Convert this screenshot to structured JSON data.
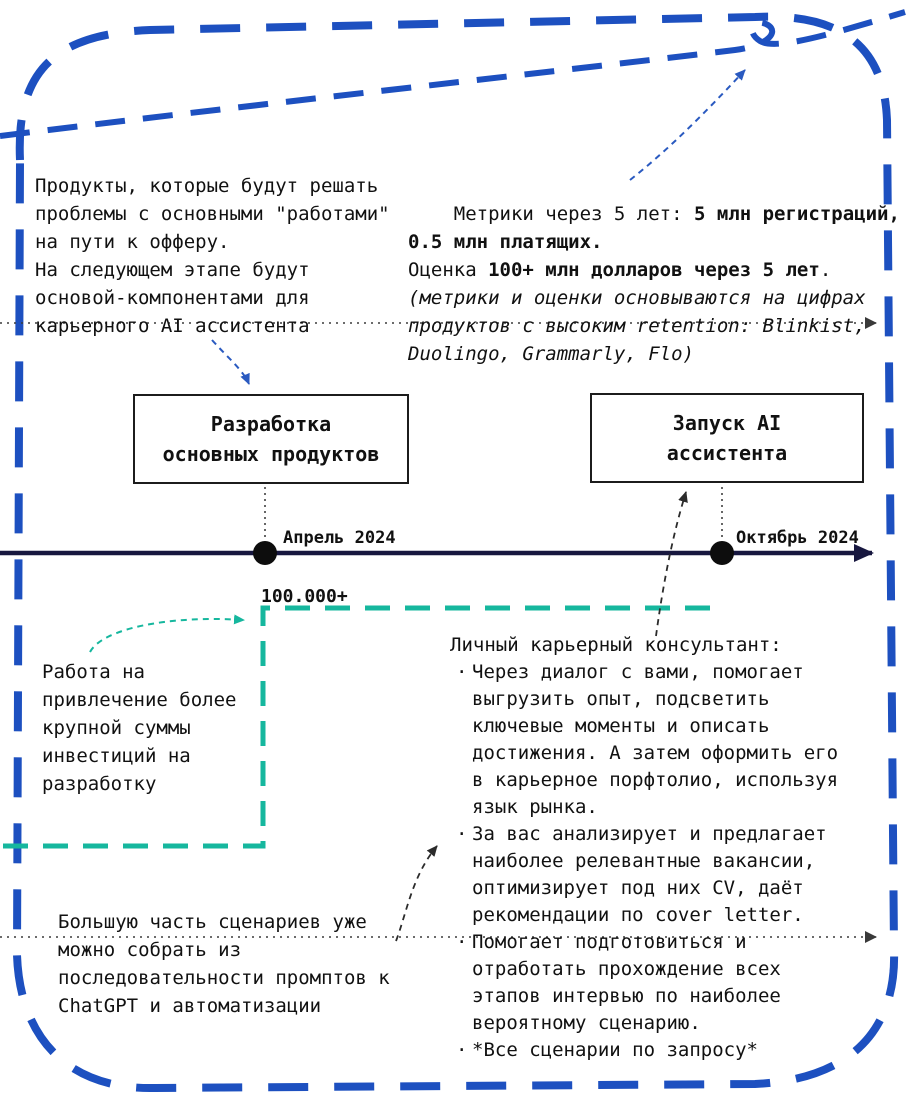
{
  "notes": {
    "products": "Продукты, которые будут решать\nпроблемы с основными \"работами\"\nна пути к офферу.\nНа следующем этапе будут\nосновой-компонентами для\nкарьерного AI ассистента",
    "metrics": {
      "p1": "Метрики через 5 лет: ",
      "b1": "5 млн регистраций,\n0.5 млн платящих.",
      "p2": "\nОценка ",
      "b2": "100+ млн долларов через 5 лет",
      "p3": ".\n",
      "i1": "(метрики и оценки основываются на цифрах\nпродуктов с высоким retention: Blinkist,\nDuolingo, Grammarly, Flo)"
    },
    "funding": "Работа на\nпривлечение более\nкрупной суммы\nинвестиций на\nразработку",
    "scenarios": "Большую часть сценариев уже\nможно собрать из\nпоследовательности промптов к\nChatGPT и автоматизации"
  },
  "timeline": {
    "milestone_dev": {
      "label": "Разработка\nосновных продуктов",
      "date": "Апрель 2024"
    },
    "milestone_launch": {
      "label": "Запуск AI\nассистента",
      "date": "Октябрь 2024"
    },
    "users_label": "100.000+"
  },
  "consultant": {
    "title": "Личный карьерный консультант:",
    "bullets": [
      "Через диалог с вами, помогает\nвыгрузить опыт, подсветить\nключевые моменты и описать\nдостижения. А затем оформить его\nв карьерное порфтолио, используя\nязык рынка.",
      "За вас анализирует и предлагает\nнаиболее релевантные вакансии,\nоптимизирует под них CV, даёт\nрекомендации по cover letter.",
      "Помогает подготовиться и\nотработать прохождение всех\nэтапов интервью по наиболее\nвероятному сценарию.",
      "*Все сценарии по запросу*"
    ]
  },
  "colors": {
    "border_blue": "#1d50c0",
    "teal": "#16b79e",
    "timeline_ink": "#17173f",
    "arrow_dark": "#2b2b2b",
    "arrow_blue": "#2a5ac0"
  }
}
